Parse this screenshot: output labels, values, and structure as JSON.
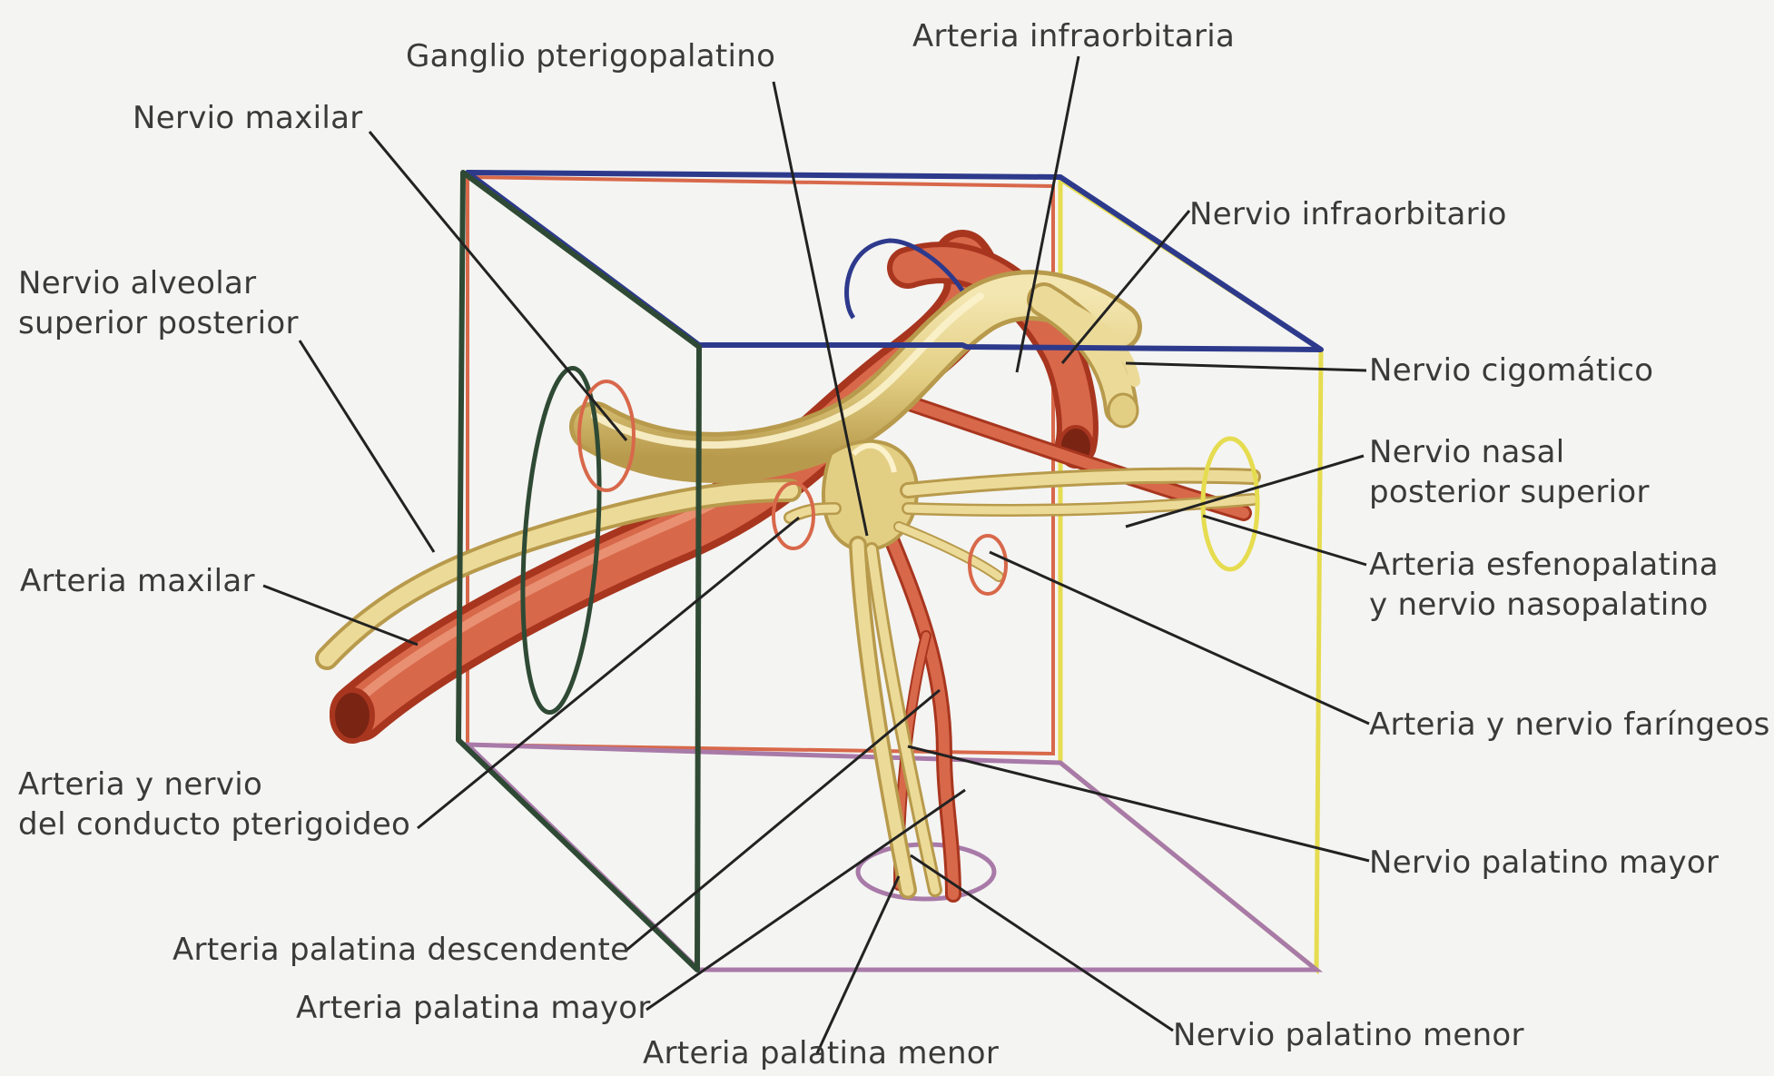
{
  "diagram": {
    "colors": {
      "background": "#f4f4f2",
      "artery": "#d8684a",
      "artery_dark": "#a8361f",
      "nerve": "#e6d48c",
      "nerve_dark": "#b8a050",
      "top_face": "#2d3a8c",
      "left_face": "#2f4a34",
      "right_face": "#e6dc50",
      "bottom_face": "#a87aa8",
      "back_face": "#d8684a",
      "leader": "#222222"
    },
    "labels": {
      "ganglio_pterigopalatino": "Ganglio pterigopalatino",
      "arteria_infraorbitaria": "Arteria infraorbitaria",
      "nervio_maxilar": "Nervio maxilar",
      "nervio_infraorbitario": "Nervio infraorbitario",
      "nervio_alveolar_l1": "Nervio alveolar",
      "nervio_alveolar_l2": "superior posterior",
      "nervio_cigomatico": "Nervio cigomático",
      "nervio_nasal_l1": "Nervio nasal",
      "nervio_nasal_l2": "posterior superior",
      "arteria_esfeno_l1": "Arteria esfenopalatina",
      "arteria_esfeno_l2": "y nervio nasopalatino",
      "arteria_maxilar": "Arteria maxilar",
      "arteria_faringeos": "Arteria y nervio faríngeos",
      "pterigoideo_l1": "Arteria y nervio",
      "pterigoideo_l2": "del conducto pterigoideo",
      "nervio_palatino_mayor": "Nervio palatino mayor",
      "arteria_palatina_descendente": "Arteria palatina descendente",
      "arteria_palatina_mayor": "Arteria palatina mayor",
      "arteria_palatina_menor": "Arteria palatina menor",
      "nervio_palatino_menor": "Nervio palatino menor"
    }
  }
}
